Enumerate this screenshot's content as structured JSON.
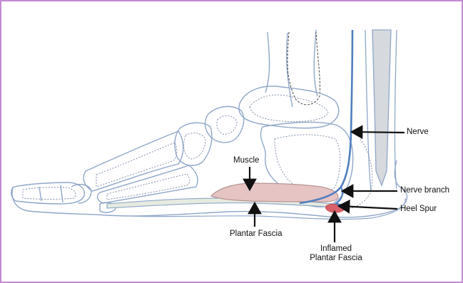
{
  "labels": {
    "nerve": "Nerve",
    "muscle": "Muscle",
    "nerve_branch": "Nerve branch",
    "heel_spur": "Heel Spur",
    "plantar_fascia": "Plantar Fascia",
    "inflamed_line1": "Inflamed",
    "inflamed_line2": "Plantar Fascia"
  },
  "colors": {
    "frame": "#c48ad6",
    "bone_outline": "#8fa7c8",
    "dotted": "#7f8fa8",
    "nerve": "#4f7fc0",
    "muscle": "#e7c4c4",
    "muscle_edge": "#b79494",
    "inflamed": "#d9606a",
    "fascia_fill": "#e6ebe0",
    "arrow": "#111111"
  },
  "icons": [
    "foot-anatomy-illustration",
    "arrow-icon"
  ]
}
